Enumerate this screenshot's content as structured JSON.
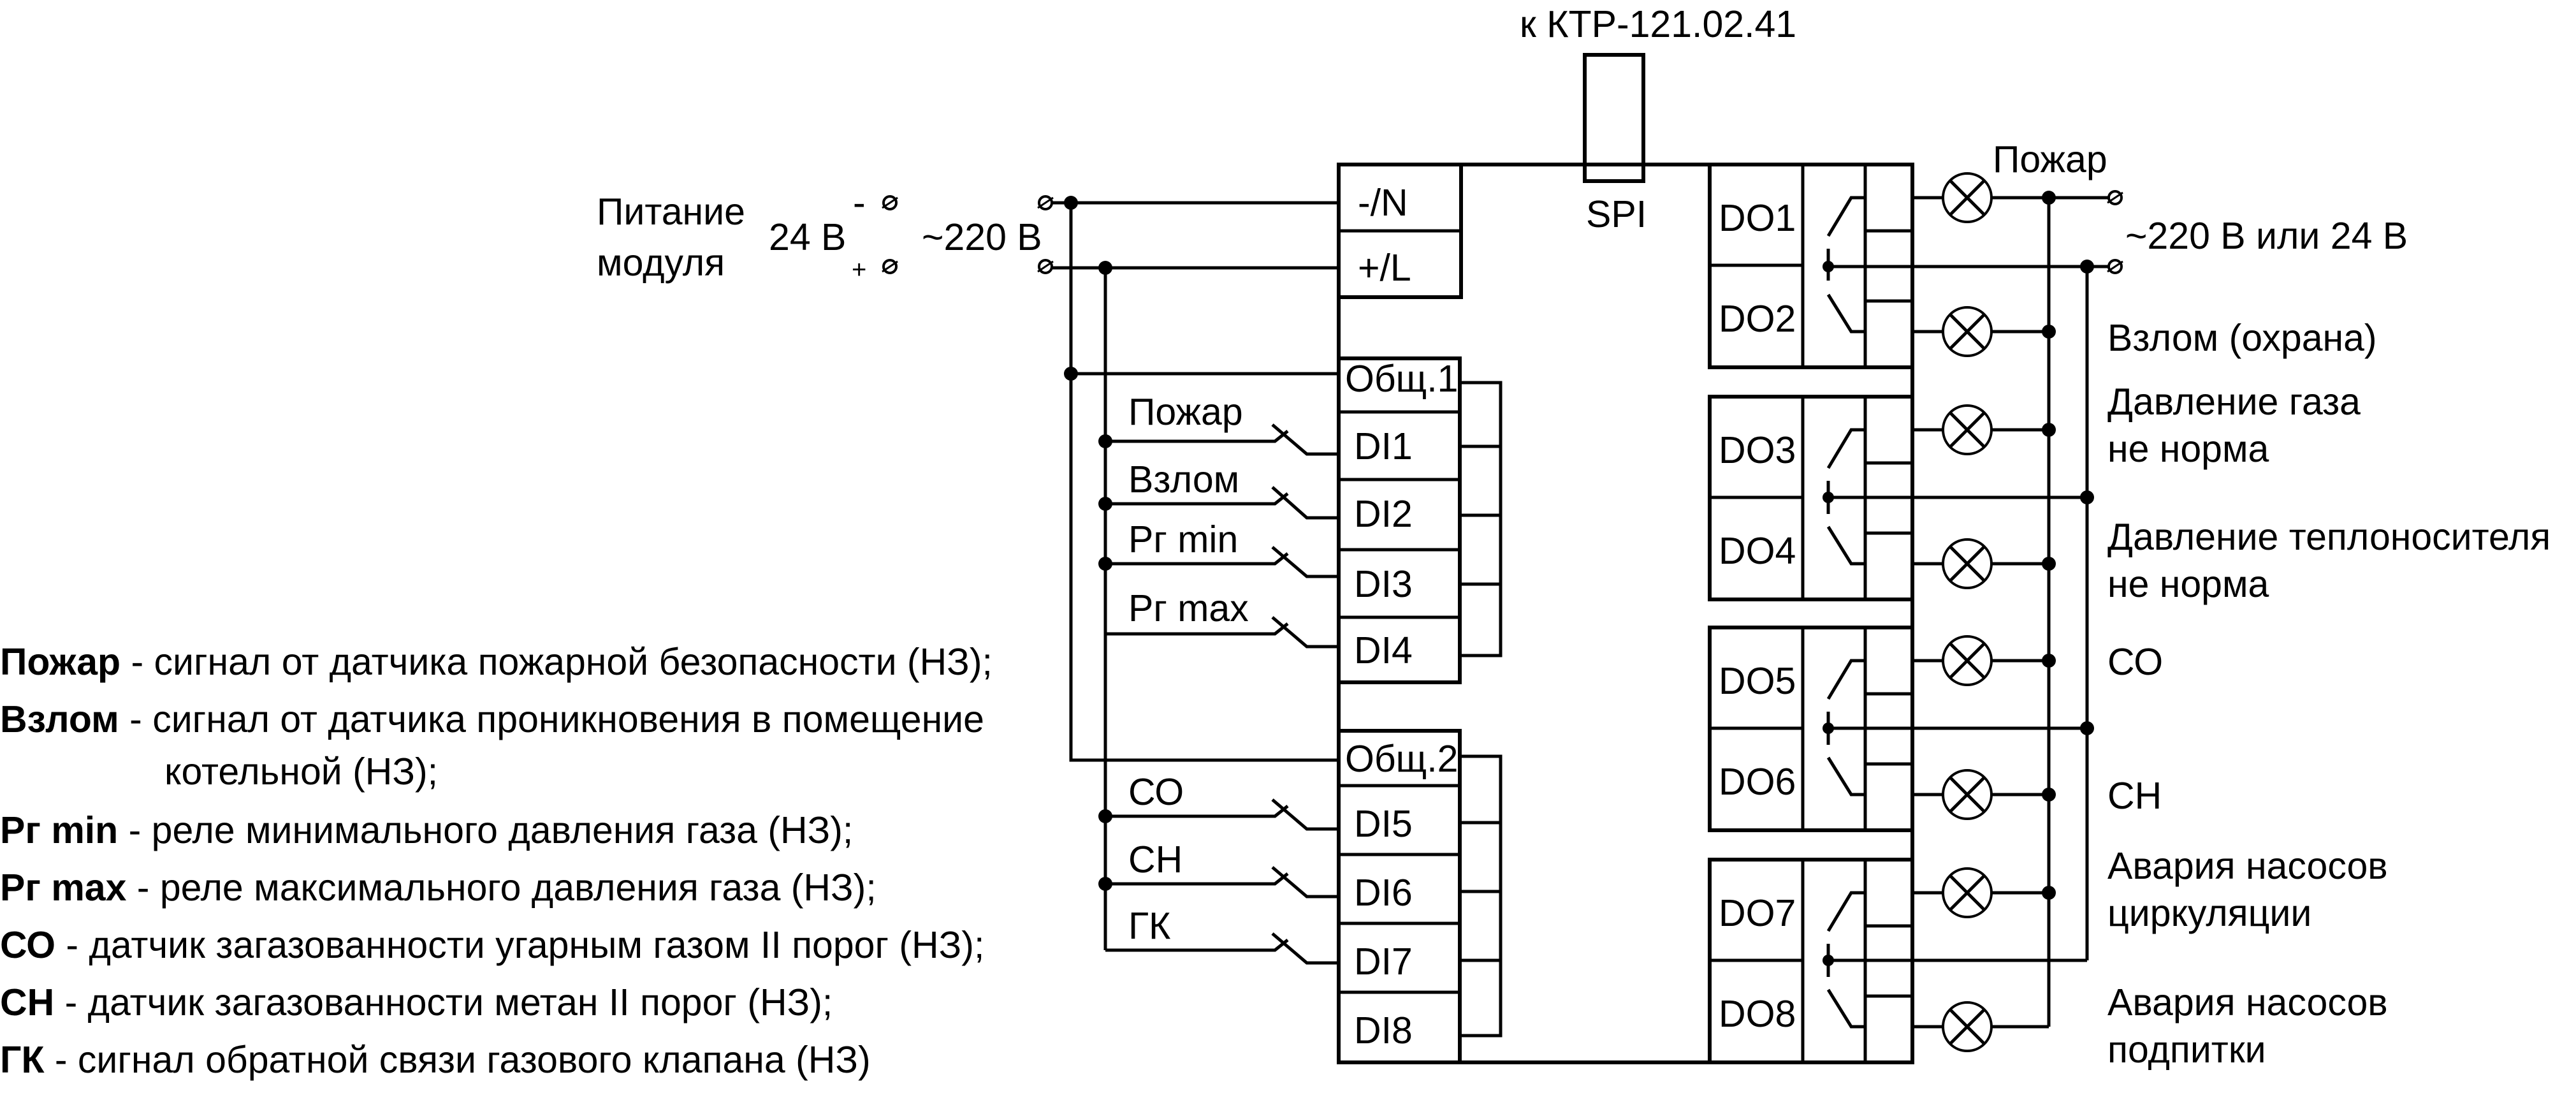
{
  "header": {
    "interface_target": "к КТР-121.02.41",
    "spi_label": "SPI"
  },
  "power": {
    "title_line1": "Питание",
    "title_line2": "модуля",
    "dc_label": "24 В",
    "dc_minus": "-",
    "dc_plus": "+",
    "ac_label": "~220 В",
    "term_n": "-/N",
    "term_l": "+/L"
  },
  "inputs": {
    "common1": "Общ.1",
    "common2": "Общ.2",
    "terminals": [
      "DI1",
      "DI2",
      "DI3",
      "DI4",
      "DI5",
      "DI6",
      "DI7",
      "DI8"
    ],
    "contacts": [
      "Пожар",
      "Взлом",
      "Рг min",
      "Рг max",
      "СО",
      "СН",
      "ГК"
    ]
  },
  "outputs": {
    "terminals": [
      "DO1",
      "DO2",
      "DO3",
      "DO4",
      "DO5",
      "DO6",
      "DO7",
      "DO8"
    ],
    "supply_label": "~220 В или 24 В",
    "signals": [
      {
        "line1": "Пожар",
        "line2": ""
      },
      {
        "line1": "Взлом (охрана)",
        "line2": ""
      },
      {
        "line1": "Давление газа",
        "line2": "не норма"
      },
      {
        "line1": "Давление теплоносителя",
        "line2": "не норма"
      },
      {
        "line1": "СО",
        "line2": ""
      },
      {
        "line1": "СН",
        "line2": ""
      },
      {
        "line1": "Авария насосов",
        "line2": "циркуляции"
      },
      {
        "line1": "Авария насосов",
        "line2": "подпитки"
      }
    ]
  },
  "legend": [
    {
      "term": "Пожар",
      "desc": " - сигнал от датчика пожарной безопасности (НЗ);"
    },
    {
      "term": "Взлом",
      "desc": " - сигнал от датчика проникновения в помещение"
    },
    {
      "term": "",
      "desc": "котельной (НЗ);"
    },
    {
      "term": "Рг min",
      "desc": " - реле минимального давления газа (НЗ);"
    },
    {
      "term": "Рг max",
      "desc": " - реле максимального давления газа (НЗ);"
    },
    {
      "term": "СО",
      "desc": " - датчик загазованности угарным газом II порог (НЗ);"
    },
    {
      "term": "СН",
      "desc": " - датчик загазованности метан II порог (НЗ);"
    },
    {
      "term": "ГК",
      "desc": " - сигнал обратной связи газового клапана (НЗ)"
    }
  ]
}
